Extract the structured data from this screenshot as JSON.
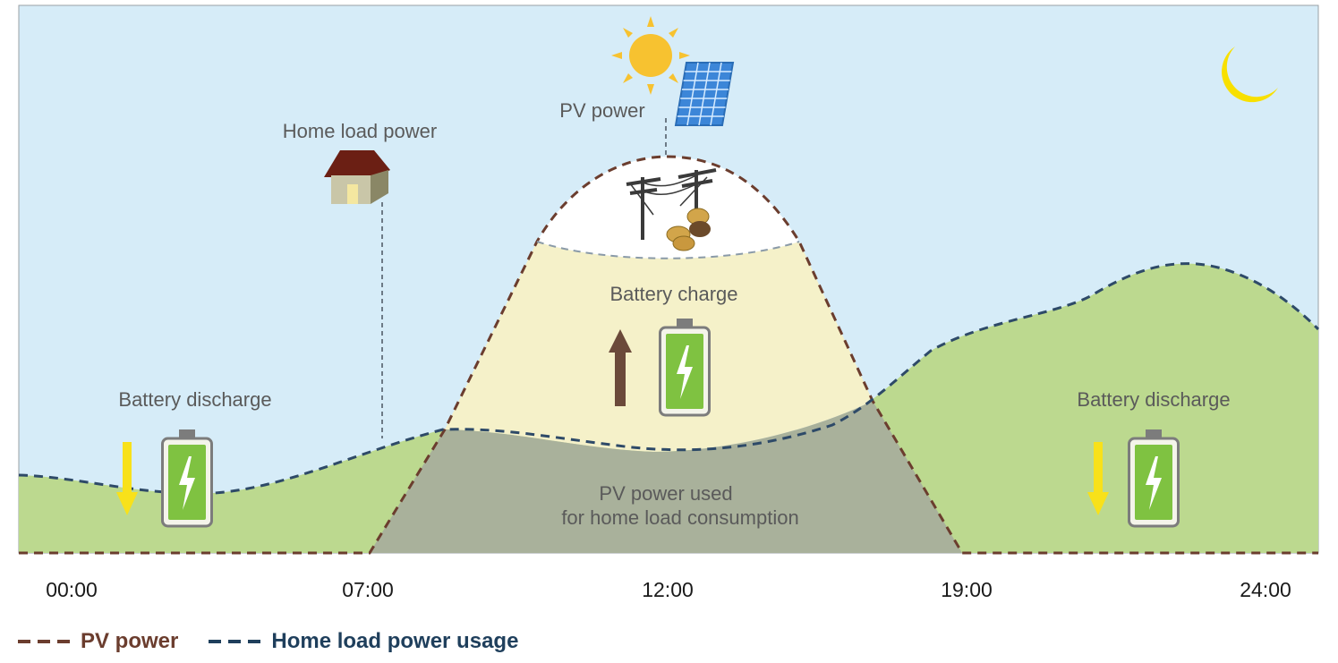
{
  "labels": {
    "home_load_power": "Home load power",
    "pv_power": "PV power",
    "battery_charge": "Battery charge",
    "battery_discharge_left": "Battery discharge",
    "battery_discharge_right": "Battery discharge",
    "pv_used_line1": "PV power used",
    "pv_used_line2": "for home load consumption"
  },
  "x_axis_ticks": [
    "00:00",
    "07:00",
    "12:00",
    "19:00",
    "24:00"
  ],
  "legend": [
    {
      "label": "PV power",
      "color": "#6b3d2e"
    },
    {
      "label": "Home load power usage",
      "color": "#1f3f5c"
    }
  ],
  "colors": {
    "sky": "#d6ecf8",
    "green_area": "#bcd98f",
    "grey_area": "#a9b19b",
    "yellow_area": "#f5f1c9",
    "white_cap": "#ffffff",
    "pv_line": "#6b3d2e",
    "home_line": "#2e4a68",
    "battery_green": "#7fc241",
    "sun": "#f7c230",
    "moon": "#f8e000",
    "arrow_down": "#f8e11a",
    "arrow_up": "#6b4a3a"
  },
  "icons": [
    "sun-icon",
    "solar-panel-icon",
    "moon-icon",
    "house-icon",
    "power-pole-icon",
    "coins-icon",
    "battery-icon",
    "arrow-up-icon",
    "arrow-down-icon"
  ]
}
